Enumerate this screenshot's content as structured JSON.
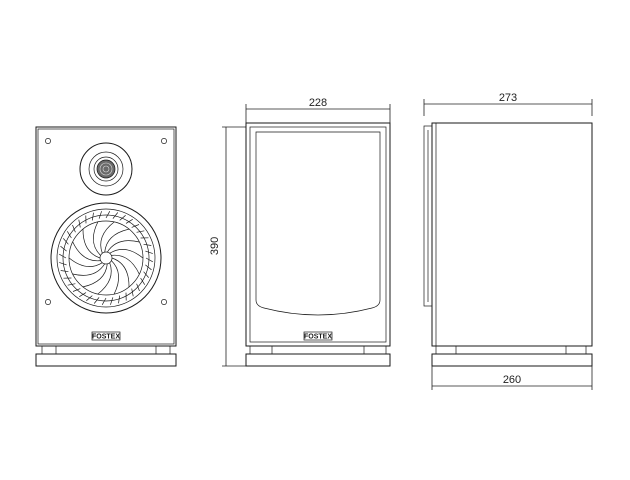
{
  "brand": {
    "logo_text": "FOSTEX"
  },
  "dimensions": {
    "front_width": "228",
    "depth_total": "273",
    "height": "390",
    "depth_base": "260"
  },
  "colors": {
    "line": "#1a1a1a",
    "background": "#ffffff",
    "base_plate": "#e6e6e6"
  }
}
